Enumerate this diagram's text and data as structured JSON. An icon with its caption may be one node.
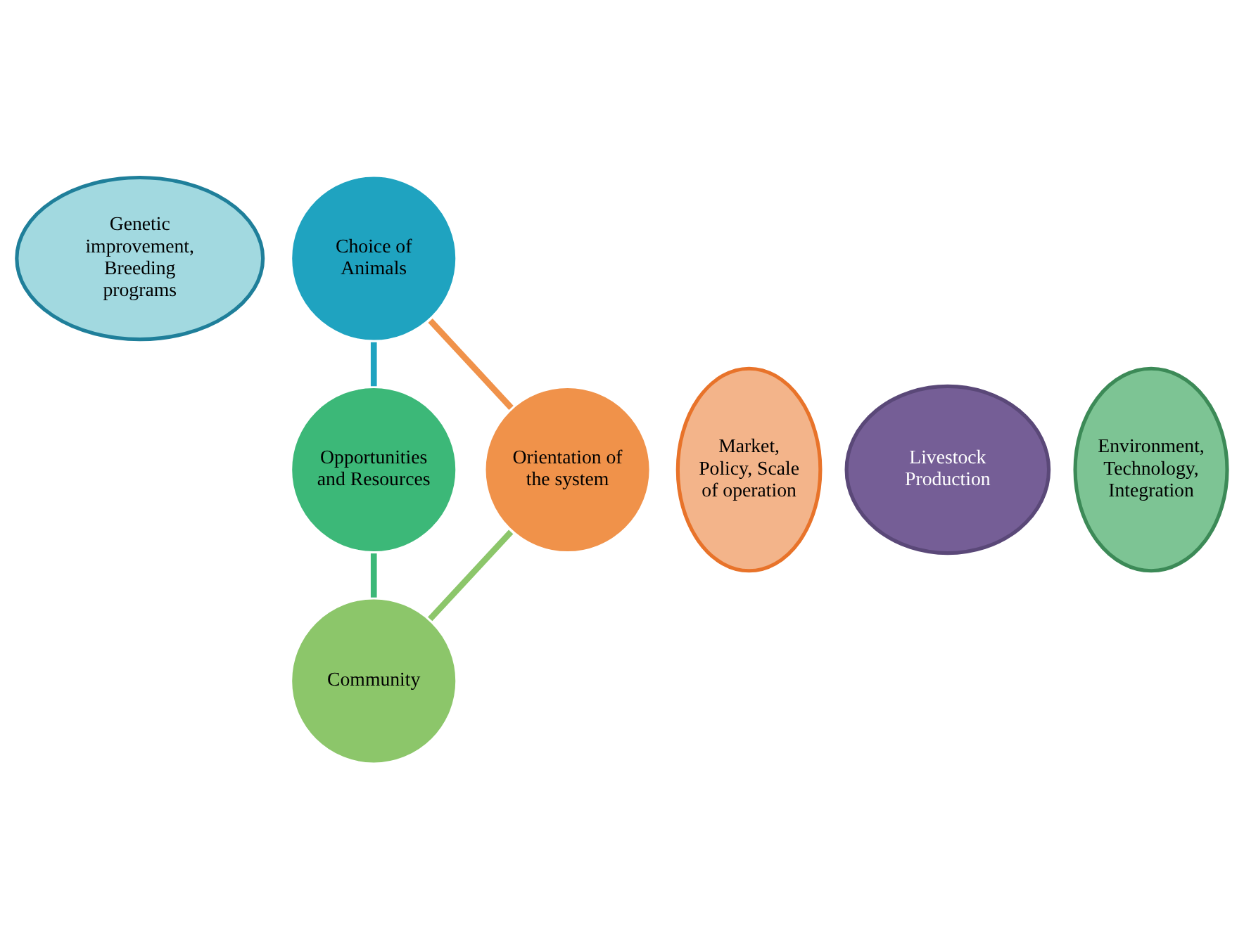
{
  "diagram": {
    "nodes": [
      {
        "text": [
          "Genetic improvement, Breeding programs"
        ]
      },
      {
        "text": [
          "Choice of Animals"
        ]
      },
      {
        "text": [
          "Market, Policy, Scale of operation"
        ]
      },
      {
        "text": [
          "Orientation of the system"
        ]
      },
      {
        "text": [
          "Livestock Production"
        ]
      },
      {
        "text": [
          "Opportunities and Resources"
        ]
      },
      {
        "text": [
          "Environment, Technology, Integration"
        ]
      },
      {
        "text": [
          "Community"
        ]
      }
    ],
    "edges": [
      {
        "from": 1,
        "to": 5,
        "arrow": "none",
        "color": "#1fa3c0"
      },
      {
        "from": 5,
        "to": 7,
        "arrow": "none",
        "color": "#3cb878"
      },
      {
        "from": 7,
        "to": 3,
        "arrow": "none",
        "color": "#8cc66a"
      },
      {
        "from": 3,
        "to": 1,
        "arrow": "none",
        "color": "#f0924a"
      }
    ]
  }
}
